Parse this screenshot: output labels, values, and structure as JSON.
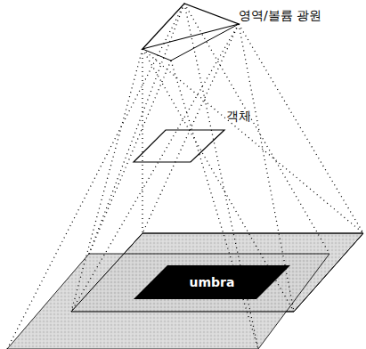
{
  "diagram": {
    "nodes": [
      {
        "text": [
          "umbra"
        ]
      }
    ],
    "labels": [
      "영역/볼륨 광원",
      "객체"
    ]
  }
}
